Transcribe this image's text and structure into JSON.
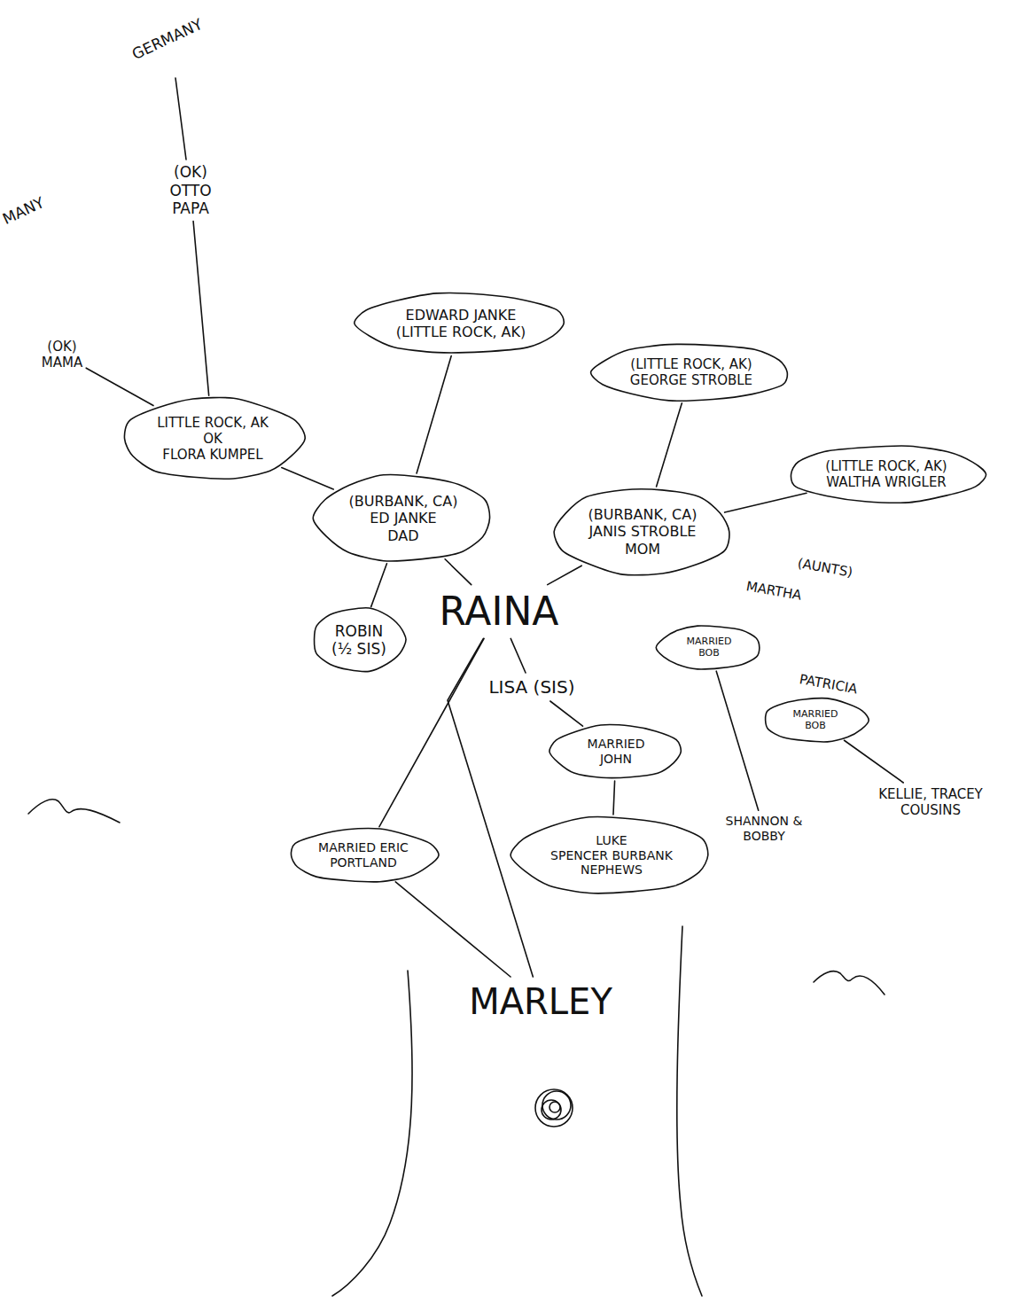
{
  "diagram": {
    "nodes": [
      {
        "text": [
          "(OK)",
          "OTTO",
          "PAPA"
        ]
      },
      {
        "text": [
          "(OK)",
          "MAMA"
        ]
      },
      {
        "text": [
          "EDWARD JANKE",
          "(LITTLE ROCK, AK)"
        ]
      },
      {
        "text": [
          "(LITTLE ROCK, AK)",
          "GEORGE STROBLE"
        ]
      },
      {
        "text": [
          "(LITTLE ROCK, AK)",
          "WALTHA WRIGLER"
        ]
      },
      {
        "text": [
          "LITTLE ROCK, AK",
          "OK",
          "FLORA KUMPEL"
        ]
      },
      {
        "text": [
          "(BURBANK, CA)",
          "ED JANKE",
          "DAD"
        ]
      },
      {
        "text": [
          "(BURBANK, CA)",
          "JANIS STROBLE",
          "MOM"
        ]
      },
      {
        "text": [
          "ROBIN",
          "(½ SIS)"
        ]
      },
      {
        "text": [
          "RAINA"
        ]
      },
      {
        "text": [
          "MARRIED BOB"
        ]
      },
      {
        "text": [
          "LISA (SIS)"
        ]
      },
      {
        "text": [
          "MARRIED BOB"
        ]
      },
      {
        "text": [
          "MARRIED JOHN"
        ]
      },
      {
        "text": [
          "SHANNON & BOBBY"
        ]
      },
      {
        "text": [
          "KELLIE, TRACEY",
          "COUSINS"
        ]
      },
      {
        "text": [
          "MARRIED ERIC",
          "PORTLAND"
        ]
      },
      {
        "text": [
          "LUKE",
          "SPENCER BURBANK",
          "NEPHEWS"
        ]
      },
      {
        "text": [
          "MARLEY"
        ]
      }
    ],
    "edges": [
      {
        "from": 0,
        "to": 5,
        "arrow": "none"
      },
      {
        "from": 1,
        "to": 5,
        "arrow": "none"
      },
      {
        "from": 2,
        "to": 6,
        "arrow": "none"
      },
      {
        "from": 5,
        "to": 6,
        "arrow": "none"
      },
      {
        "from": 3,
        "to": 7,
        "arrow": "none"
      },
      {
        "from": 4,
        "to": 7,
        "arrow": "none"
      },
      {
        "from": 6,
        "to": 8,
        "arrow": "none"
      },
      {
        "from": 6,
        "to": 9,
        "arrow": "none"
      },
      {
        "from": 7,
        "to": 9,
        "arrow": "none"
      },
      {
        "from": 9,
        "to": 11,
        "arrow": "none"
      },
      {
        "from": 11,
        "to": 13,
        "arrow": "none"
      },
      {
        "from": 13,
        "to": 17,
        "arrow": "none"
      },
      {
        "from": 9,
        "to": 16,
        "arrow": "none"
      },
      {
        "from": 16,
        "to": 18,
        "arrow": "none"
      },
      {
        "from": 9,
        "to": 18,
        "arrow": "none"
      },
      {
        "from": 10,
        "to": 14,
        "arrow": "none"
      },
      {
        "from": 12,
        "to": 15,
        "arrow": "none"
      }
    ],
    "labels": [
      "GERMANY",
      "MANY",
      "(AUNTS)",
      "MARTHA",
      "PATRICIA"
    ]
  }
}
